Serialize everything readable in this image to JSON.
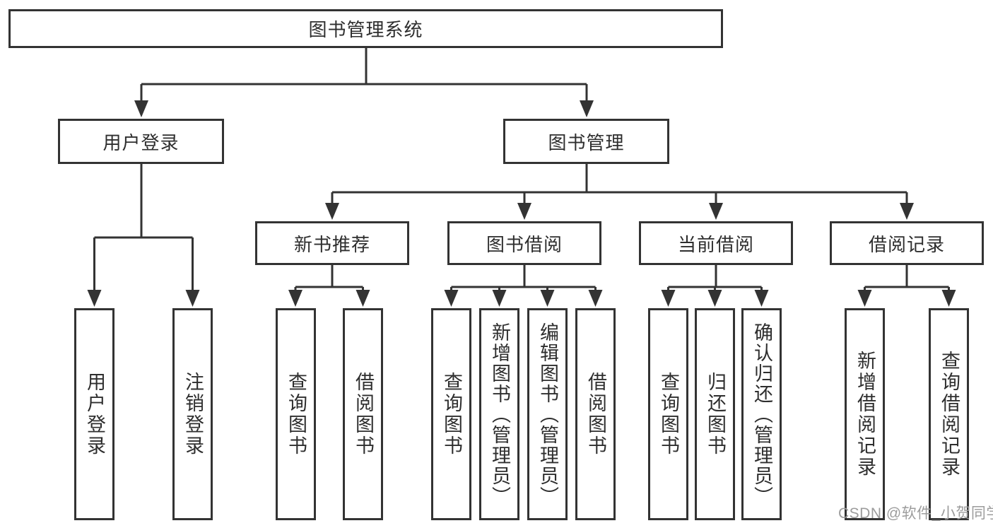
{
  "diagram": {
    "root": {
      "label": "图书管理系统"
    },
    "branches": [
      {
        "label": "用户登录",
        "children": [
          {
            "label": "用户登录"
          },
          {
            "label": "注销登录"
          }
        ]
      },
      {
        "label": "图书管理",
        "children": [
          {
            "label": "新书推荐",
            "children": [
              {
                "label": "查询图书"
              },
              {
                "label": "借阅图书"
              }
            ]
          },
          {
            "label": "图书借阅",
            "children": [
              {
                "label": "查询图书"
              },
              {
                "label": "新增图书（管理员）"
              },
              {
                "label": "编辑图书（管理员）"
              },
              {
                "label": "借阅图书"
              }
            ]
          },
          {
            "label": "当前借阅",
            "children": [
              {
                "label": "查询图书"
              },
              {
                "label": "归还图书"
              },
              {
                "label": "确认归还（管理员）"
              }
            ]
          },
          {
            "label": "借阅记录",
            "children": [
              {
                "label": "新增借阅记录"
              },
              {
                "label": "查询借阅记录"
              }
            ]
          }
        ]
      }
    ],
    "watermark": "CSDN @软件_小贺同学",
    "colors": {
      "line": "#333333",
      "text": "#2e2e2e",
      "background": "#ffffff",
      "watermark": "#9c9c9c"
    }
  }
}
